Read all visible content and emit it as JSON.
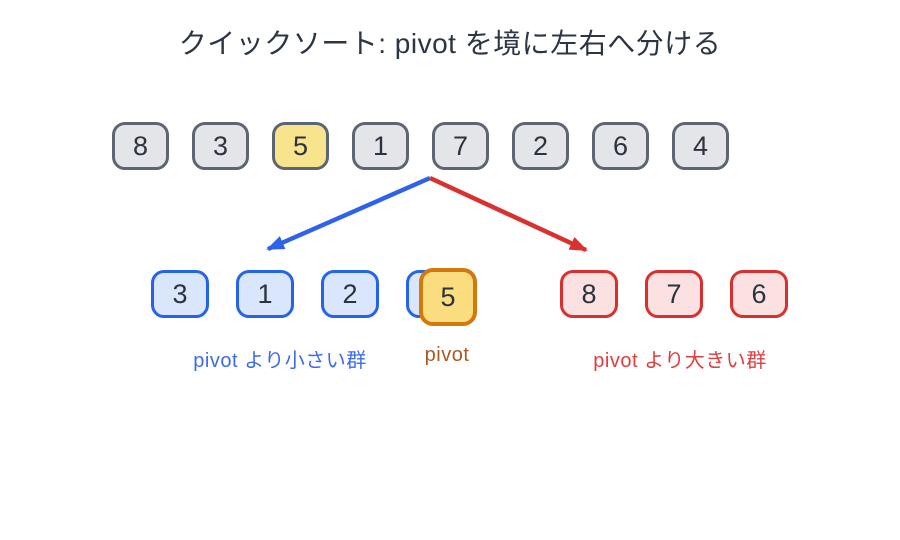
{
  "title": "クイックソート: pivot を境に左右へ分ける",
  "top_row": {
    "items": [
      {
        "value": "8",
        "variant": "gray"
      },
      {
        "value": "3",
        "variant": "gray"
      },
      {
        "value": "5",
        "variant": "yellow"
      },
      {
        "value": "1",
        "variant": "gray"
      },
      {
        "value": "7",
        "variant": "gray"
      },
      {
        "value": "2",
        "variant": "gray"
      },
      {
        "value": "6",
        "variant": "gray"
      },
      {
        "value": "4",
        "variant": "gray"
      }
    ]
  },
  "left_group": {
    "items": [
      {
        "value": "3"
      },
      {
        "value": "1"
      },
      {
        "value": "2"
      },
      {
        "value": ""
      }
    ]
  },
  "pivot_box": {
    "value": "5"
  },
  "right_group": {
    "items": [
      {
        "value": "8"
      },
      {
        "value": "7"
      },
      {
        "value": "6"
      }
    ]
  },
  "labels": {
    "left": "pivot より小さい群",
    "pivot": "pivot",
    "right": "pivot より大きい群"
  },
  "colors": {
    "title-text": "#2c3543",
    "number-text": "#2b3340",
    "gray-fill": "#e3e5e9",
    "gray-border": "#5d6573",
    "yellow-fill": "#f8e48c",
    "blue-fill": "#d9e6fb",
    "blue-border": "#2563eb",
    "blue-arrow": "#2e62e9",
    "blue-label": "#3b6bf0",
    "red-fill": "#fbe1e1",
    "red-border": "#d92f2f",
    "red-arrow": "#d93030",
    "red-label": "#e23d3d",
    "pivot-fill": "#fadd7f",
    "pivot-border": "#d2790e",
    "pivot-label": "#a85a23"
  }
}
